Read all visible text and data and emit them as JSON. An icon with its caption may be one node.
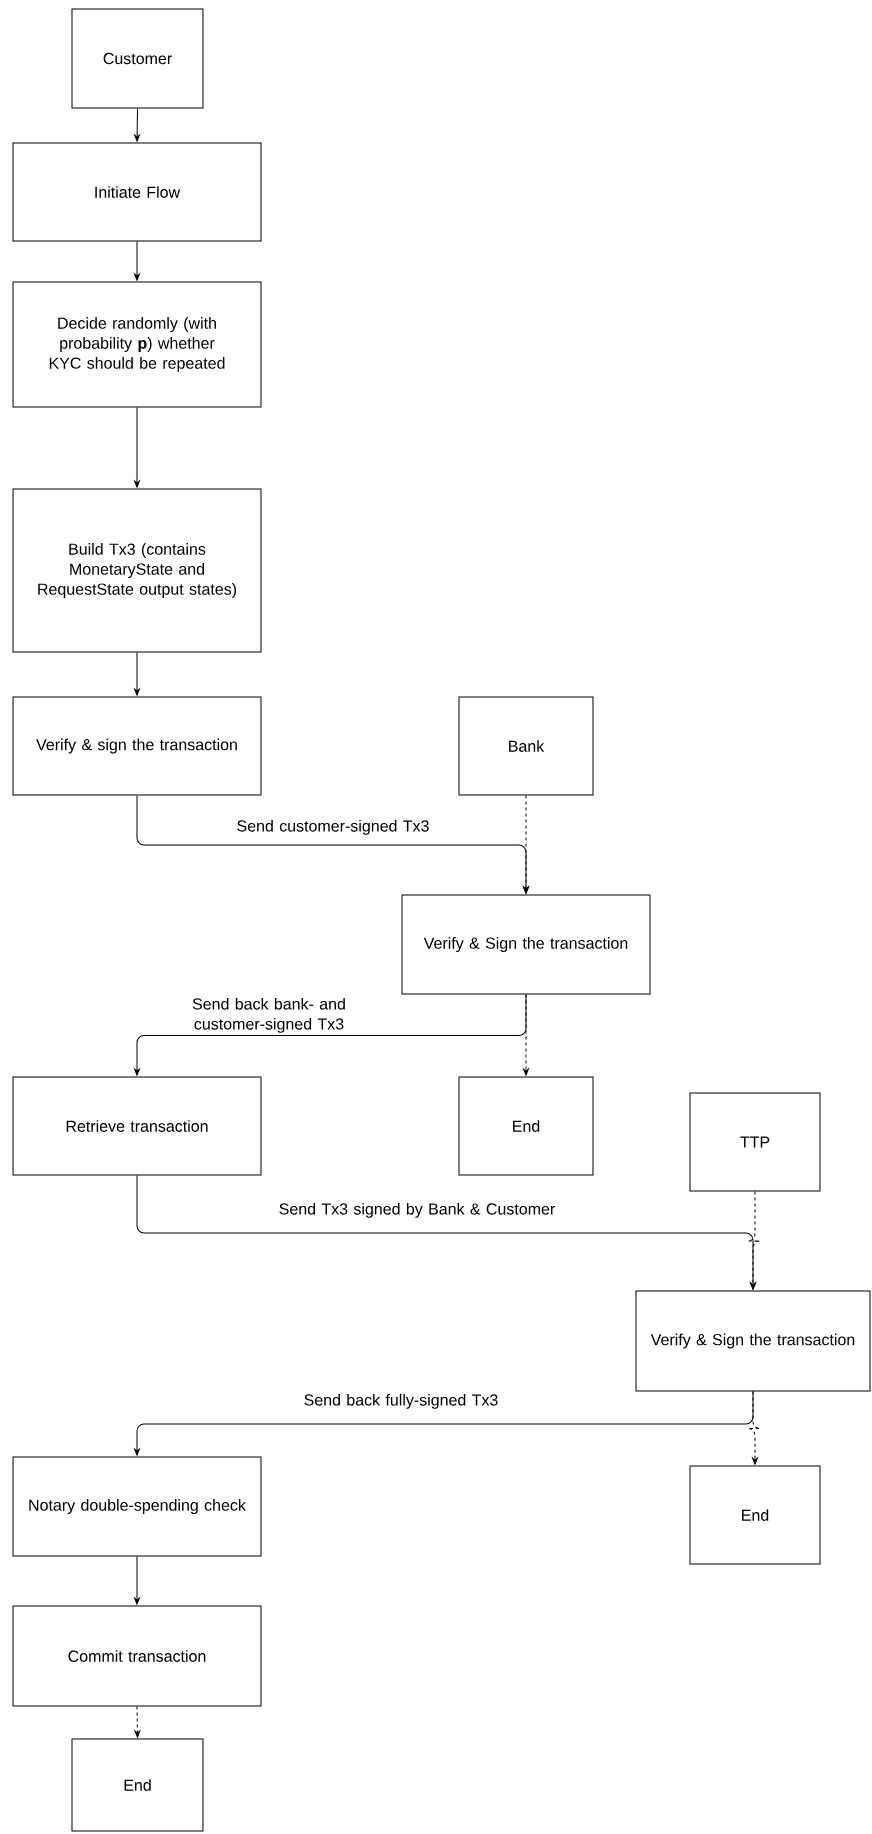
{
  "diagram": {
    "nodes": [
      {
        "text": [
          "Customer"
        ]
      },
      {
        "text": [
          "Initiate Flow"
        ]
      },
      {
        "text": [
          "Decide randomly (with probability **p**) whether KYC should be repeated"
        ]
      },
      {
        "text": [
          "Build Tx3 (contains MonetaryState and RequestState output states)"
        ]
      },
      {
        "text": [
          "Verify & sign the transaction"
        ]
      },
      {
        "text": [
          "Bank"
        ]
      },
      {
        "text": [
          "Verify & Sign the transaction"
        ]
      },
      {
        "text": [
          "Retrieve transaction"
        ]
      },
      {
        "text": [
          "End"
        ]
      },
      {
        "text": [
          "TTP"
        ]
      },
      {
        "text": [
          "Verify & Sign the transaction"
        ]
      },
      {
        "text": [
          "Notary double-spending check"
        ]
      },
      {
        "text": [
          "End"
        ]
      },
      {
        "text": [
          "Commit transaction"
        ]
      },
      {
        "text": [
          "End"
        ]
      }
    ],
    "edges": [
      {
        "from": 0,
        "to": 1,
        "arrow": "to"
      },
      {
        "from": 1,
        "to": 2,
        "arrow": "to"
      },
      {
        "from": 2,
        "to": 3,
        "arrow": "to"
      },
      {
        "from": 3,
        "to": 4,
        "arrow": "to"
      },
      {
        "from": 4,
        "to": 6,
        "arrow": "to",
        "label": "Send customer-signed Tx3"
      },
      {
        "from": 5,
        "to": 6,
        "arrow": "to",
        "style": "dashed"
      },
      {
        "from": 6,
        "to": 7,
        "arrow": "to",
        "label": "Send back bank- and customer-signed Tx3"
      },
      {
        "from": 6,
        "to": 8,
        "arrow": "to",
        "style": "dashed"
      },
      {
        "from": 7,
        "to": 10,
        "arrow": "to",
        "label": "Send Tx3 signed by Bank & Customer"
      },
      {
        "from": 9,
        "to": 10,
        "arrow": "to",
        "style": "dashed"
      },
      {
        "from": 10,
        "to": 11,
        "arrow": "to",
        "label": "Send back fully-signed Tx3"
      },
      {
        "from": 10,
        "to": 12,
        "arrow": "to",
        "style": "dashed"
      },
      {
        "from": 11,
        "to": 13,
        "arrow": "to"
      },
      {
        "from": 13,
        "to": 14,
        "arrow": "to",
        "style": "dashed"
      }
    ]
  }
}
